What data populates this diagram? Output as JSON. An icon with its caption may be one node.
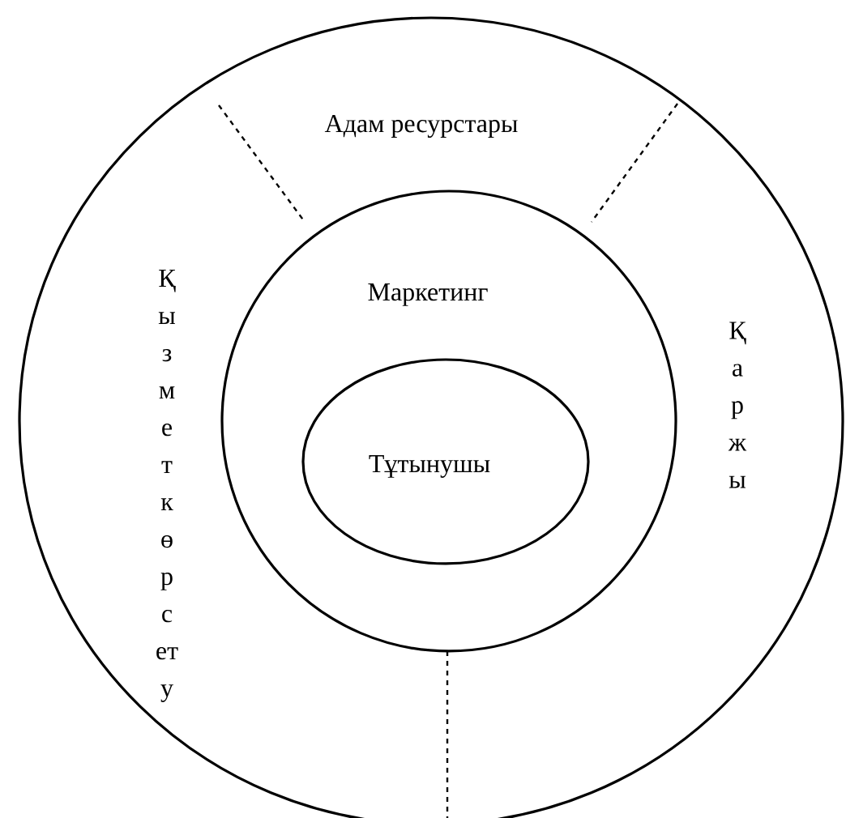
{
  "diagram": {
    "nodes": [
      {
        "text": [],
        "shape": "circle"
      },
      {
        "text": [
          "Маркетинг"
        ],
        "in": 0
      },
      {
        "text": [
          "Тұтынушы"
        ],
        "in": 1
      }
    ],
    "labels": [
      "Адам ресурстары",
      "Қ ы з м е т к ө р с ет у",
      "Қ а р ж ы"
    ]
  }
}
